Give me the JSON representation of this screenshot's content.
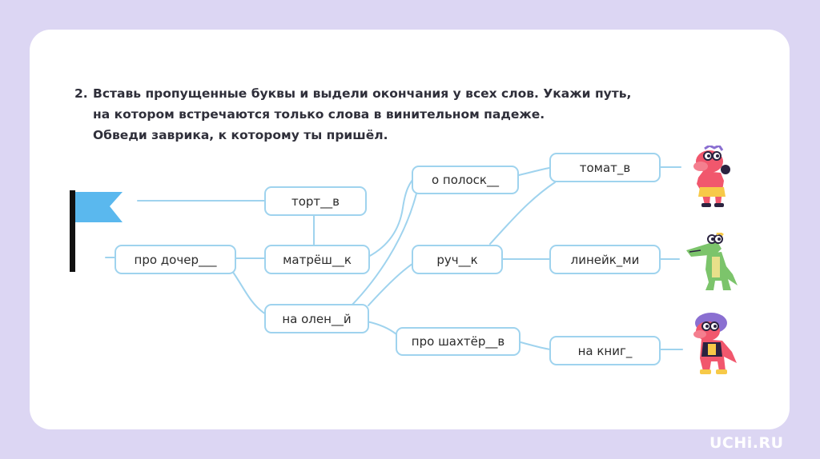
{
  "task": {
    "number": "2.",
    "lines": [
      "Вставь пропущенные буквы и выдели окончания у всех слов. Укажи путь,",
      "на котором встречаются только слова в винительном падеже.",
      "Обведи заврика, к которому ты пришёл."
    ]
  },
  "nodes": {
    "pro_docher": "про дочер___",
    "tort": "торт__в",
    "matryosh": "матрёш__к",
    "na_olen": "на олен__й",
    "o_polosk": "о полоск__",
    "ruch": "руч__к",
    "pro_shakhter": "про шахтёр__в",
    "tomat": "томат_в",
    "lineik": "линейк_ми",
    "na_knig": "на книг_"
  },
  "colors": {
    "background": "#dcd6f3",
    "card": "#ffffff",
    "node_border": "#9fd3ee",
    "line": "#9fd3ee",
    "flag": "#5ab8ee",
    "text": "#2f2f3a"
  },
  "brand": "UCHi.RU",
  "icons": [
    "flag-icon",
    "pink-dino-icon",
    "green-dino-icon",
    "purple-dino-icon"
  ]
}
